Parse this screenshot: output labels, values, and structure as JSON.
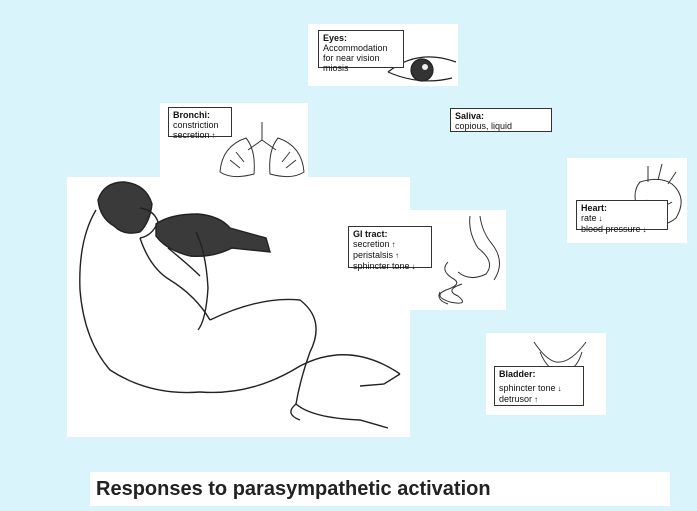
{
  "labels": {
    "eyes": {
      "head": "Eyes:",
      "lines": [
        "Accommodation",
        "for near vision",
        "miosis"
      ]
    },
    "bronchi": {
      "head": "Bronchi:",
      "lines": [
        "constriction",
        "secretion"
      ],
      "arrows": [
        "",
        "↑"
      ]
    },
    "saliva": {
      "head": "Saliva:",
      "lines": [
        "copious, liquid"
      ]
    },
    "heart": {
      "head": "Heart:",
      "lines": [
        "rate",
        "blood pressure"
      ],
      "arrows": [
        "↓",
        "↓"
      ]
    },
    "gi": {
      "head": "GI tract:",
      "lines": [
        "secretion",
        "peristalsis",
        "sphincter tone"
      ],
      "arrows": [
        "↑",
        "↑",
        "↓"
      ]
    },
    "bladder": {
      "head": "Bladder:",
      "lines": [
        "sphincter tone",
        "detrusor"
      ],
      "arrows": [
        "↓",
        "↑"
      ]
    }
  },
  "caption": "Responses to parasympathetic activation"
}
